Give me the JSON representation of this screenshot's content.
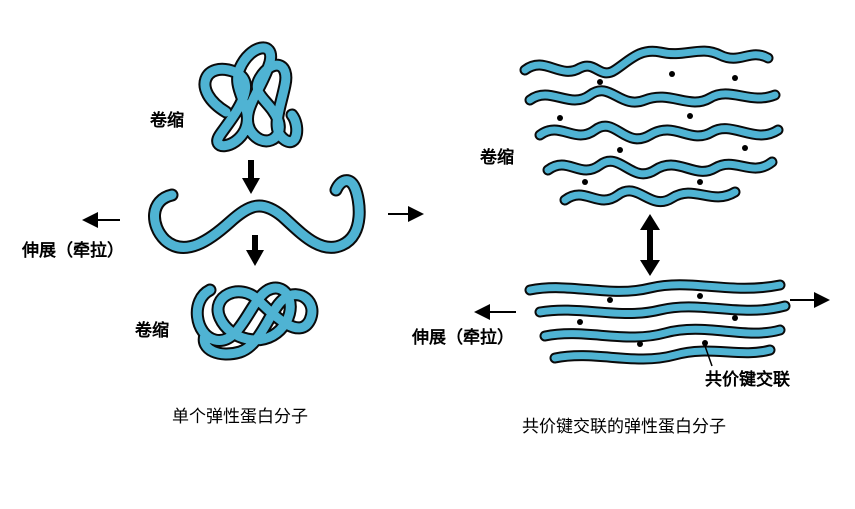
{
  "colors": {
    "chain_fill": "#4fb3d3",
    "chain_outline": "#0a0a0a",
    "ink": "#000000"
  },
  "left": {
    "label_coiled_top": "卷缩",
    "label_stretched": "伸展（牵拉）",
    "label_coiled_bottom": "卷缩",
    "caption": "单个弹性蛋白分子"
  },
  "right": {
    "label_coiled": "卷缩",
    "label_stretched": "伸展（牵拉）",
    "label_crosslink": "共价键交联",
    "caption": "共价键交联的弹性蛋白分子"
  }
}
